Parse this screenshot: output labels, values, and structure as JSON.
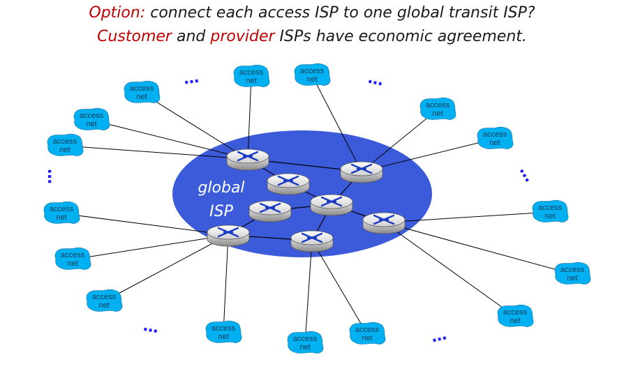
{
  "title": {
    "line1": {
      "highlight": "Option:",
      "rest": " connect each access ISP to one global transit ISP?"
    },
    "line2": {
      "customer": "Customer",
      "and": " and ",
      "provider": "provider",
      "rest": " ISPs have economic agreement."
    }
  },
  "global_isp": {
    "label_line1": "global",
    "label_line2": "ISP"
  },
  "access_net": {
    "line1": "access",
    "line2": "net"
  },
  "ellipsis_glyph": "…",
  "colors": {
    "highlight_red": "#c00000",
    "cloud_blue": "#00b0f0",
    "isp_blue": "#3b5bdb",
    "link": "#000000",
    "ellipsis": "#1a1aff"
  },
  "icons": {
    "router": "router-icon",
    "access_network": "cloud-icon"
  }
}
